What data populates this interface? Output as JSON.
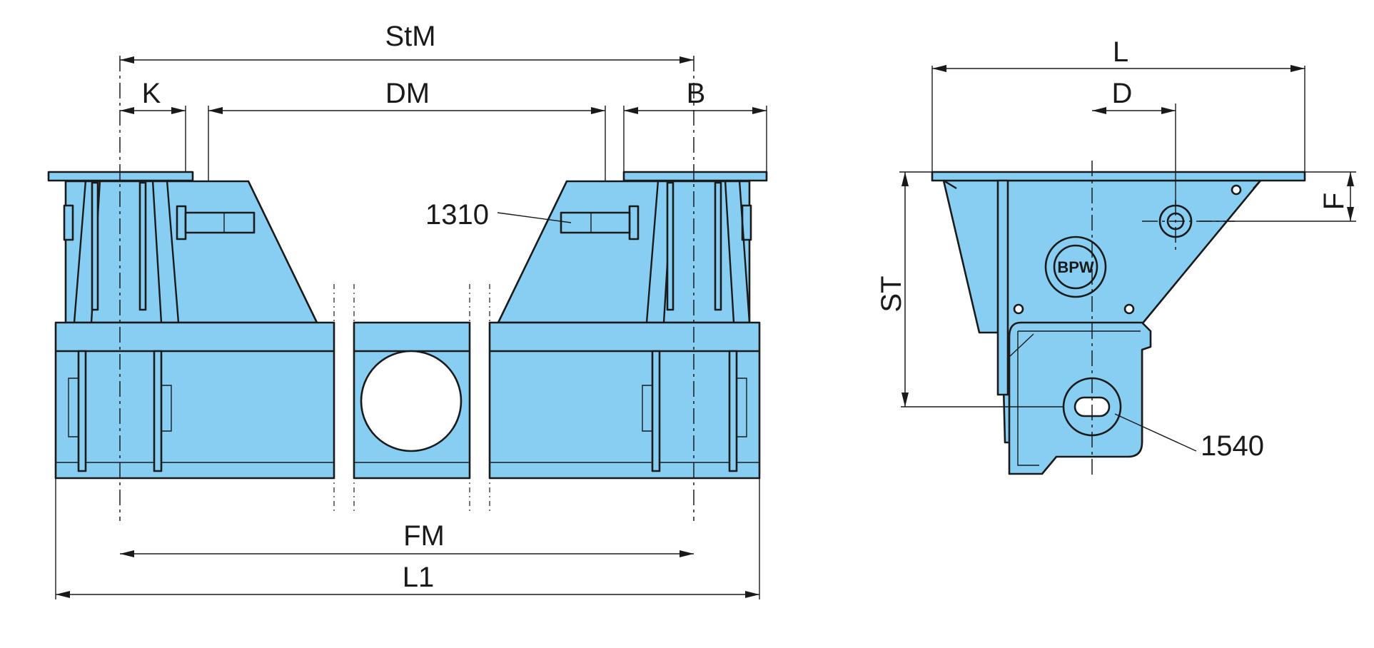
{
  "colors": {
    "part_fill": "#87cef2",
    "line": "#1a1a1a",
    "background": "#ffffff"
  },
  "dimensions": {
    "stm": "StM",
    "k": "K",
    "dm": "DM",
    "b": "B",
    "fm": "FM",
    "l1": "L1",
    "l": "L",
    "d": "D",
    "f": "F",
    "st": "ST"
  },
  "callouts": {
    "part_1310": "1310",
    "part_1540": "1540"
  },
  "logo": {
    "text": "BPW",
    "icon": "bpw-logo"
  }
}
